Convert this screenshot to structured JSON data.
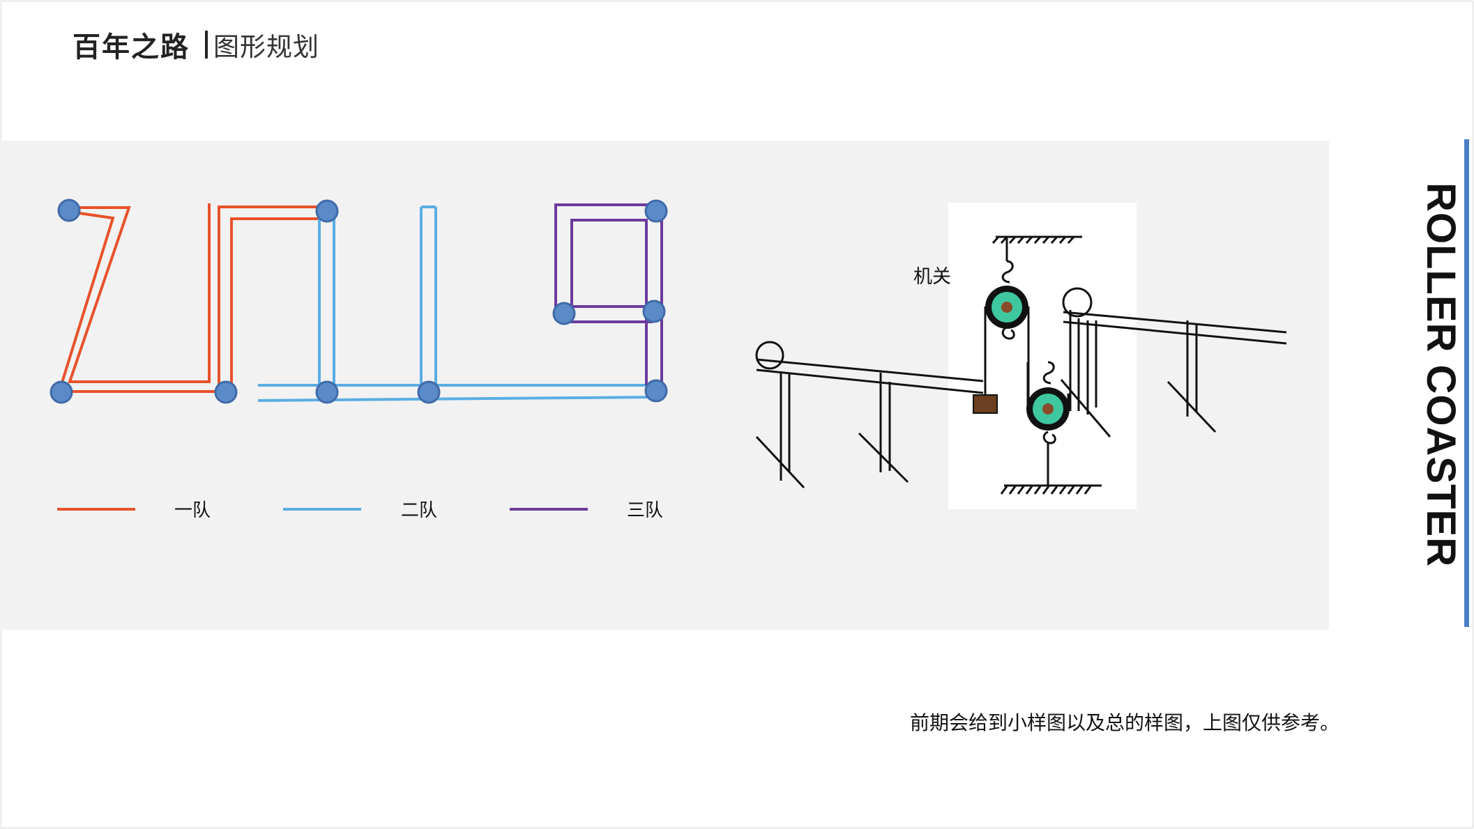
{
  "header": {
    "title": "百年之路",
    "subtitle": "图形规划"
  },
  "side_title": "ROLLER COASTER",
  "legend": [
    {
      "label": "一队",
      "color": "#e8522b"
    },
    {
      "label": "二队",
      "color": "#5aade2"
    },
    {
      "label": "三队",
      "color": "#6d3a9c"
    }
  ],
  "mechanism": {
    "label": "机关"
  },
  "footnote": "前期会给到小样图以及总的样图，上图仅供参考。",
  "colors": {
    "accent": "#4a7ec8",
    "node_fill": "#5b8ac9",
    "node_stroke": "#3f6aa8",
    "pulley": "#3fc7a0",
    "block": "#6b3f1f"
  }
}
